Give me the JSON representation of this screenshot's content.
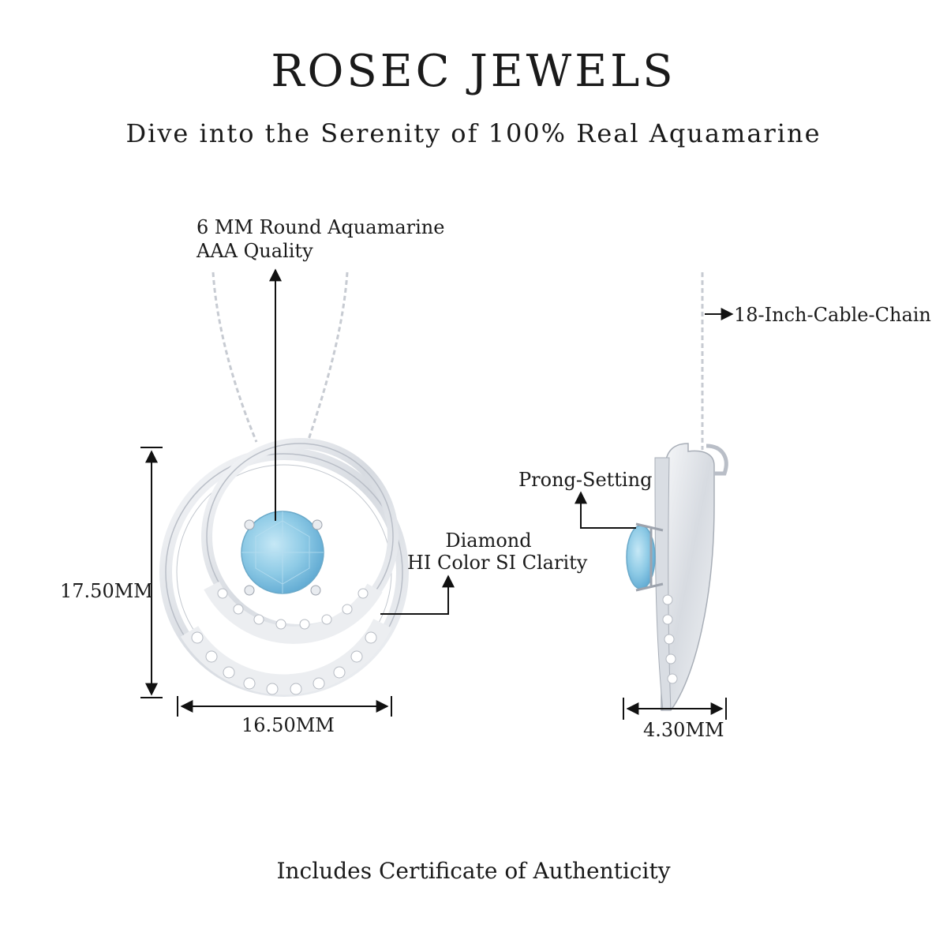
{
  "header": {
    "brand": "ROSEC JEWELS",
    "tagline": "Dive into the Serenity of 100% Real Aquamarine"
  },
  "front_view": {
    "stone_label_line1": "6 MM Round Aquamarine",
    "stone_label_line2": "AAA Quality",
    "diamond_label_line1": "Diamond",
    "diamond_label_line2": "HI Color SI Clarity",
    "height_dimension": "17.50MM",
    "width_dimension": "16.50MM"
  },
  "side_view": {
    "chain_label": "18-Inch-Cable-Chain",
    "setting_label": "Prong-Setting",
    "depth_dimension": "4.30MM"
  },
  "footer": {
    "certificate_text": "Includes Certificate of Authenticity"
  },
  "colors": {
    "metal": "#e4e7ec",
    "metal_shadow": "#b9bec7",
    "aquamarine": "#8fcbe6",
    "aquamarine_deep": "#5fb0d8",
    "diamond": "#f4f5f7",
    "annotation": "#111111"
  }
}
